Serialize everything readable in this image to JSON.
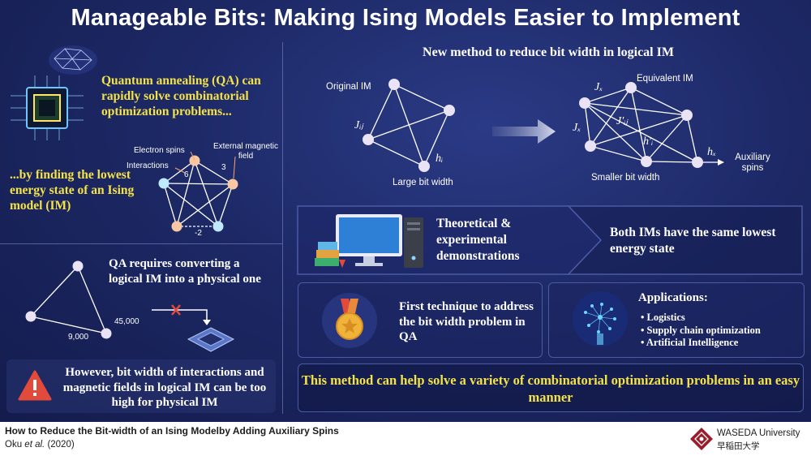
{
  "title": "Manageable Bits: Making Ising Models Easier to Implement",
  "left_top": {
    "qa_text": "Quantum annealing (QA) can rapidly solve combinatorial optimization problems...",
    "finding_text": "...by finding the lowest energy state of an Ising model (IM)",
    "labels": {
      "electron_spins": "Electron spins",
      "external_field": "External magnetic field",
      "interactions": "Interactions",
      "w6": "6",
      "w3": "3",
      "wm2": "-2"
    }
  },
  "left_bottom": {
    "convert_text": "QA requires converting a logical IM into a physical one",
    "w9000": "9,000",
    "w45000": "45,000",
    "warning_text": "However, bit width of interactions and magnetic fields in logical IM can be too high for physical IM"
  },
  "right": {
    "heading": "New method to reduce bit width in logical IM",
    "original_label": "Original IM",
    "jij": "Jᵢⱼ",
    "hi": "hᵢ",
    "large_bw": "Large bit width",
    "equivalent_label": "Equivalent IM",
    "jx1": "Jₓ",
    "jx2": "Jₓ",
    "jpij": "J′ᵢⱼ",
    "hpi": "h′ᵢ",
    "hx": "hₓ",
    "aux_spins": "Auxiliary spins",
    "smaller_bw": "Smaller bit width"
  },
  "cards": {
    "theory": "Theoretical & experimental demonstrations",
    "same_energy": "Both IMs have the same lowest energy state",
    "first_tech": "First technique to address the bit width problem in QA",
    "apps_title": "Applications:",
    "apps": [
      "Logistics",
      "Supply chain optimization",
      "Artificial Intelligence"
    ]
  },
  "conclusion": "This method can help solve a variety of combinatorial optimization problems in an easy manner",
  "footer": {
    "paper_title": "How to Reduce the Bit-width of an Ising Modelby Adding Auxiliary Spins",
    "authors": "Oku",
    "etal": "et al.",
    "year": "(2020)",
    "logo_en": "WASEDA University",
    "logo_jp": "早稲田大学"
  },
  "colors": {
    "background": "#1d2966",
    "accent_yellow": "#f3e24a",
    "warning_red": "#e24b3b",
    "logo_red": "#9b1c2a"
  }
}
